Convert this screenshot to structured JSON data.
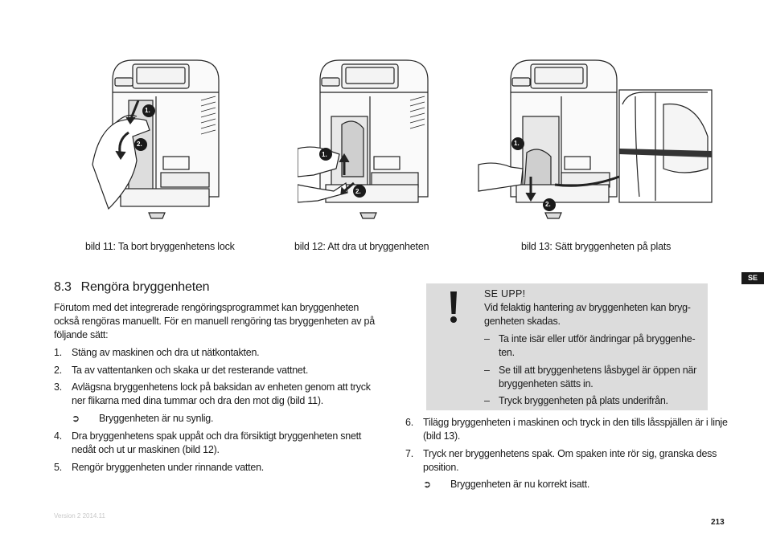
{
  "captions": {
    "fig11": "bild 11:  Ta bort bryggenhetens lock",
    "fig12": "bild 12: Att dra ut bryggenheten",
    "fig13": "bild 13: Sätt bryggenheten på plats"
  },
  "callouts": {
    "one": "1.",
    "two": "2."
  },
  "language_tab": "SE",
  "section": {
    "number": "8.3",
    "title": "Rengöra bryggenheten",
    "intro_lines": [
      "Förutom med det integrerade rengöringsprogrammet kan bryggenheten",
      "också rengöras manuellt. För en manuell rengöring tas bryggenheten av på",
      "följande sätt:"
    ],
    "steps": [
      {
        "num": "1.",
        "lines": [
          "Stäng av maskinen och dra ut nätkontakten."
        ]
      },
      {
        "num": "2.",
        "lines": [
          "Ta av vattentanken och skaka ur det resterande vattnet."
        ]
      },
      {
        "num": "3.",
        "lines": [
          "Avlägsna bryggenhetens lock på baksidan av enheten genom att tryck",
          "ner flikarna med dina tummar och dra den mot dig (bild 11)."
        ]
      },
      {
        "num": "4.",
        "lines": [
          "Dra bryggenhetens spak uppåt och dra försiktigt bryggenheten snett",
          "nedåt och ut ur maskinen (bild 12)."
        ]
      },
      {
        "num": "5.",
        "lines": [
          "Rengör bryggenheten under rinnande vatten."
        ]
      },
      {
        "num": "6.",
        "lines": [
          "Tilägg bryggenheten i maskinen och tryck in den tills låsspjällen är i linje",
          "(bild 13)."
        ]
      },
      {
        "num": "7.",
        "lines": [
          "Tryck ner bryggenhetens spak. Om spaken inte rör sig, granska dess",
          "position."
        ]
      }
    ],
    "result_3": "Bryggenheten är nu synlig.",
    "result_7": "Bryggenheten är nu korrekt isatt.",
    "result_symbol": "➲"
  },
  "warning": {
    "title": "SE UPP!",
    "body_lines": [
      "Vid felaktig hantering av bryggenheten kan bryg-",
      "genheten skadas."
    ],
    "dash": "–",
    "items": [
      [
        "Ta inte isär eller utför ändringar på bryggenhe-",
        "ten."
      ],
      [
        "Se till att bryggenhetens låsbygel är öppen när",
        "bryggenheten sätts in."
      ],
      [
        "Tryck bryggenheten på plats underifrån."
      ]
    ]
  },
  "footer": {
    "version": "Version 2    2014.11",
    "page": "213"
  }
}
